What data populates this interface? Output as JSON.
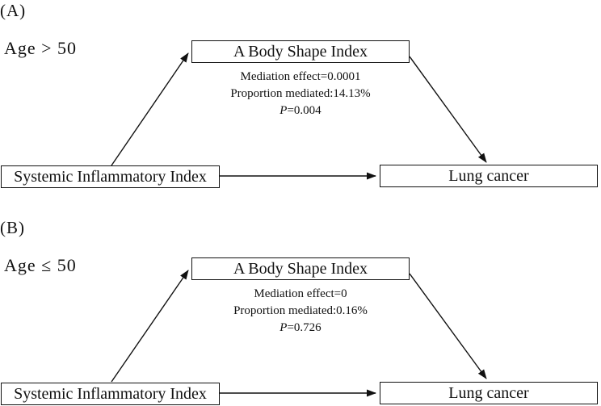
{
  "figure": {
    "background": "#ffffff",
    "ink": "#111111",
    "edges": [
      {
        "from": "exposure",
        "to": "mediator"
      },
      {
        "from": "mediator",
        "to": "outcome"
      },
      {
        "from": "exposure",
        "to": "outcome"
      }
    ]
  },
  "panels": [
    {
      "label": "(A)",
      "subgroup": "Age > 50",
      "mediator": "A Body Shape Index",
      "exposure": "Systemic Inflammatory Index",
      "outcome": "Lung cancer",
      "stats": {
        "effect": "Mediation effect=0.0001",
        "proportion": "Proportion mediated:14.13%",
        "p_label": "P",
        "p_value": "=0.004"
      }
    },
    {
      "label": "(B)",
      "subgroup": "Age ≤ 50",
      "mediator": "A Body Shape Index",
      "exposure": "Systemic Inflammatory Index",
      "outcome": "Lung cancer",
      "stats": {
        "effect": "Mediation effect=0",
        "proportion": "Proportion mediated:0.16%",
        "p_label": "P",
        "p_value": "=0.726"
      }
    }
  ]
}
